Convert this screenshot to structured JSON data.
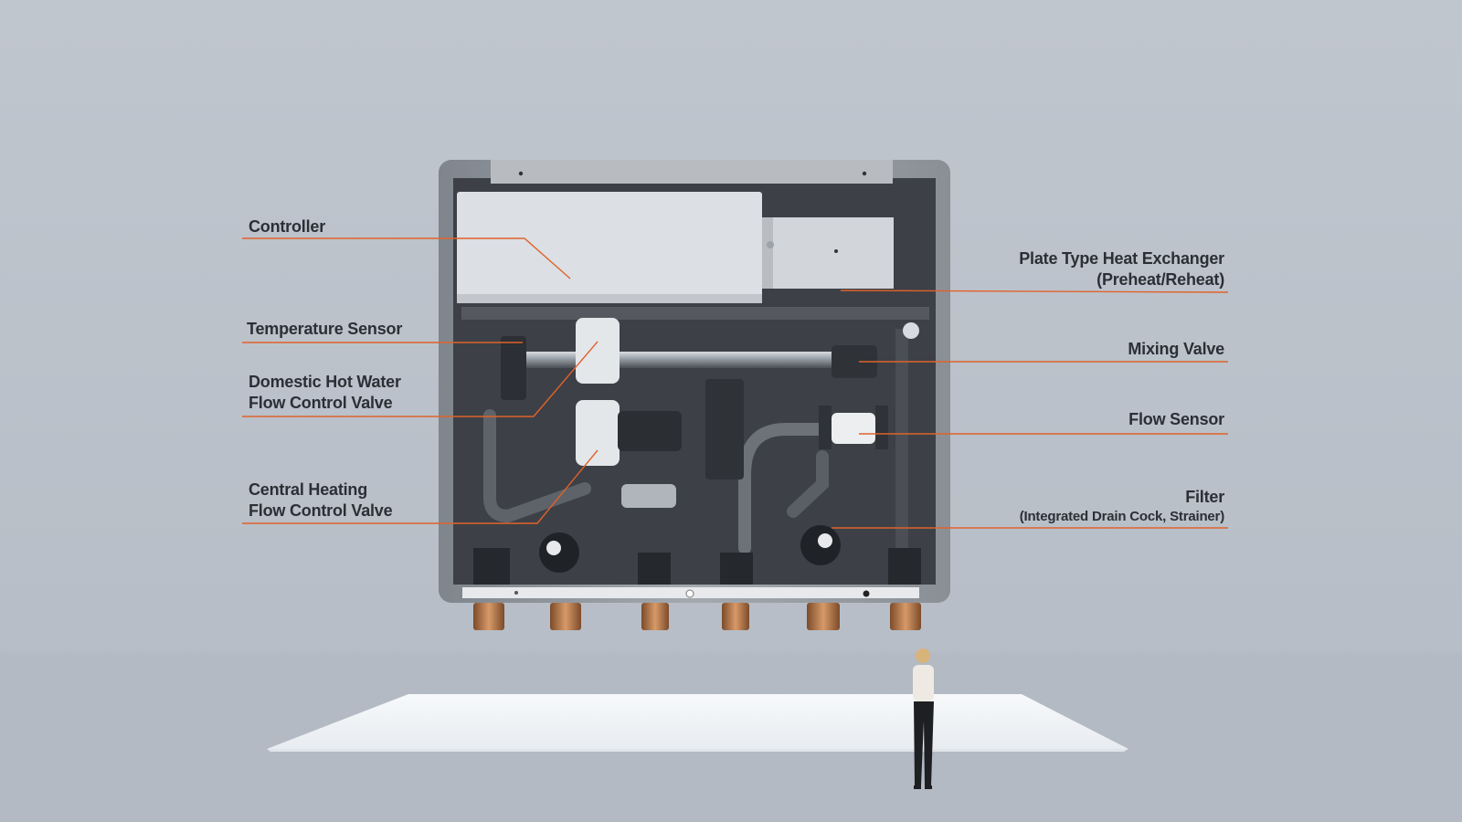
{
  "colors": {
    "background": "#b9c0c9",
    "leader_line": "#e0622a",
    "label_text": "#2b2f36",
    "cabinet_frame": "#9ea3a9",
    "cabinet_interior": "#3c3f44",
    "controller_box": "#dcdfe3",
    "copper_fittings": "#b5764a",
    "floor_light": "#f4f6f8"
  },
  "callouts": {
    "controller": {
      "lines": [
        "Controller"
      ]
    },
    "temperature_sensor": {
      "lines": [
        "Temperature Sensor"
      ]
    },
    "dhw_valve": {
      "lines": [
        "Domestic Hot Water",
        "Flow Control Valve"
      ]
    },
    "ch_valve": {
      "lines": [
        "Central Heating",
        "Flow Control Valve"
      ]
    },
    "heat_exchanger": {
      "lines": [
        "Plate Type Heat Exchanger",
        "(Preheat/Reheat)"
      ]
    },
    "mixing_valve": {
      "lines": [
        "Mixing Valve"
      ]
    },
    "flow_sensor": {
      "lines": [
        "Flow Sensor"
      ]
    },
    "filter": {
      "lines": [
        "Filter",
        "(Integrated Drain Cock, Strainer)"
      ]
    }
  }
}
